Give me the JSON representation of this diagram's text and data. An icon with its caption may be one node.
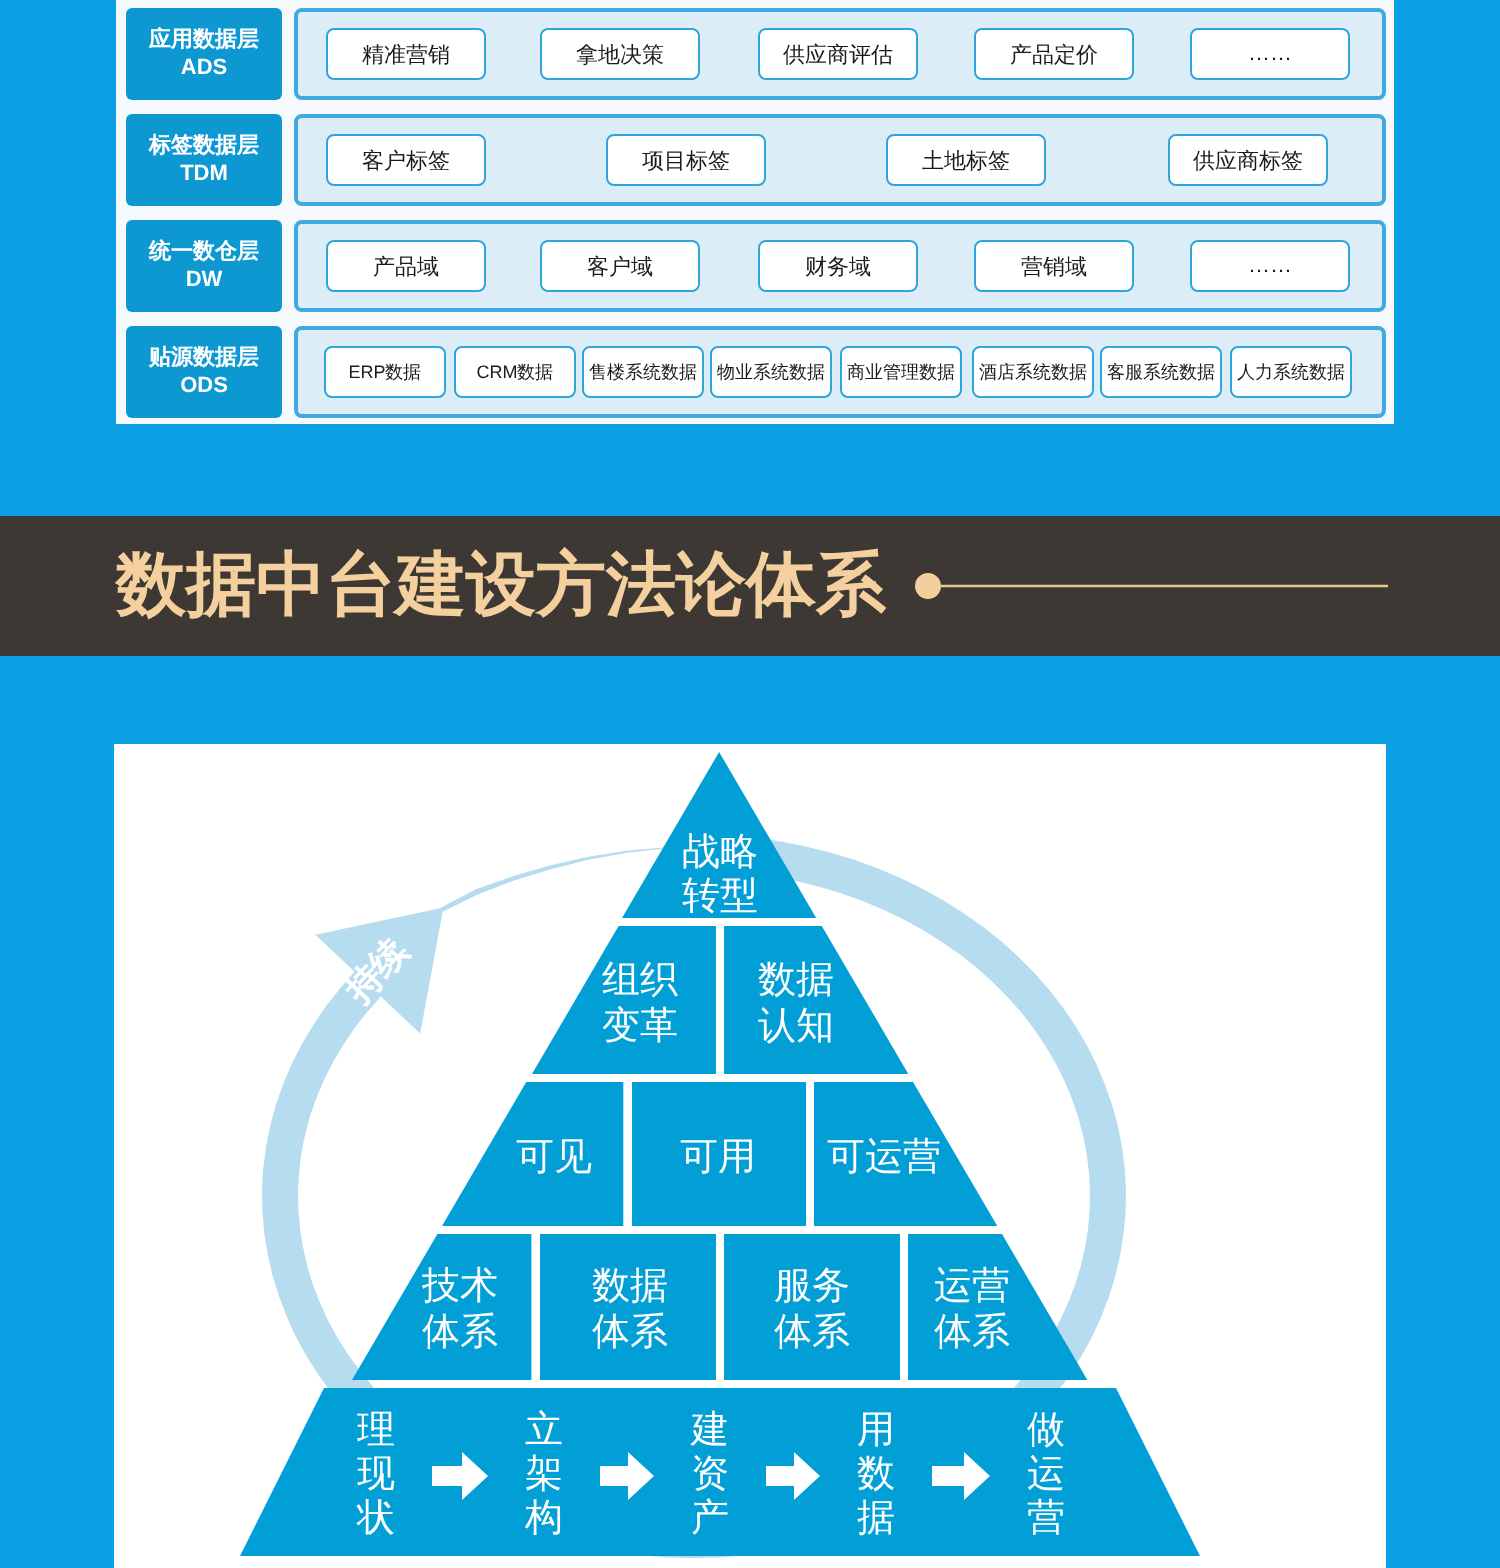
{
  "diagram": {
    "title": "数据中台建设方法论体系",
    "nodes": [
      {
        "text": [
          "应用数据层",
          "ADS"
        ]
      },
      {
        "text": [],
        "shape": "box"
      },
      {
        "text": [
          "精准营销"
        ],
        "in": 1
      },
      {
        "text": [
          "拿地决策"
        ],
        "in": 1
      },
      {
        "text": [
          "供应商评估"
        ],
        "in": 1
      },
      {
        "text": [
          "产品定价"
        ],
        "in": 1
      },
      {
        "text": [
          "……"
        ],
        "in": 1
      },
      {
        "text": [
          "标签数据层",
          "TDM"
        ]
      },
      {
        "text": [],
        "shape": "box"
      },
      {
        "text": [
          "客户标签"
        ],
        "in": 8
      },
      {
        "text": [
          "项目标签"
        ],
        "in": 8
      },
      {
        "text": [
          "土地标签"
        ],
        "in": 8
      },
      {
        "text": [
          "供应商标签"
        ],
        "in": 8
      },
      {
        "text": [
          "统一数仓层",
          "DW"
        ]
      },
      {
        "text": [],
        "shape": "box"
      },
      {
        "text": [
          "产品域"
        ],
        "in": 14
      },
      {
        "text": [
          "客户域"
        ],
        "in": 14
      },
      {
        "text": [
          "财务域"
        ],
        "in": 14
      },
      {
        "text": [
          "营销域"
        ],
        "in": 14
      },
      {
        "text": [
          "……"
        ],
        "in": 14
      },
      {
        "text": [
          "贴源数据层",
          "ODS"
        ]
      },
      {
        "text": [],
        "shape": "box"
      },
      {
        "text": [
          "ERP数据"
        ],
        "in": 21
      },
      {
        "text": [
          "CRM数据"
        ],
        "in": 21
      },
      {
        "text": [
          "售楼系统数据"
        ],
        "in": 21
      },
      {
        "text": [
          "物业系统数据"
        ],
        "in": 21
      },
      {
        "text": [
          "商业管理数据"
        ],
        "in": 21
      },
      {
        "text": [
          "酒店系统数据"
        ],
        "in": 21
      },
      {
        "text": [
          "客服系统数据"
        ],
        "in": 21
      },
      {
        "text": [
          "人力系统数据"
        ],
        "in": 21
      },
      {
        "text": [
          "战略转型"
        ]
      },
      {
        "text": [
          "组织变革"
        ]
      },
      {
        "text": [
          "数据认知"
        ]
      },
      {
        "text": [
          "可见"
        ]
      },
      {
        "text": [
          "可用"
        ]
      },
      {
        "text": [
          "可运营"
        ]
      },
      {
        "text": [
          "技术体系"
        ]
      },
      {
        "text": [
          "数据体系"
        ]
      },
      {
        "text": [
          "服务体系"
        ]
      },
      {
        "text": [
          "运营体系"
        ]
      },
      {
        "text": [],
        "shape": "trapezoid"
      },
      {
        "text": [
          "理现状"
        ],
        "in": 40
      },
      {
        "text": [
          "立架构"
        ],
        "in": 40
      },
      {
        "text": [
          "建资产"
        ],
        "in": 40
      },
      {
        "text": [
          "用数据"
        ],
        "in": 40
      },
      {
        "text": [
          "做运营"
        ],
        "in": 40
      }
    ],
    "edges": [
      {
        "from": 41,
        "to": 42,
        "arrow": "to"
      },
      {
        "from": 42,
        "to": 43,
        "arrow": "to"
      },
      {
        "from": 43,
        "to": 44,
        "arrow": "to"
      },
      {
        "from": 44,
        "to": 45,
        "arrow": "to"
      }
    ],
    "labels": [
      "持续"
    ]
  }
}
